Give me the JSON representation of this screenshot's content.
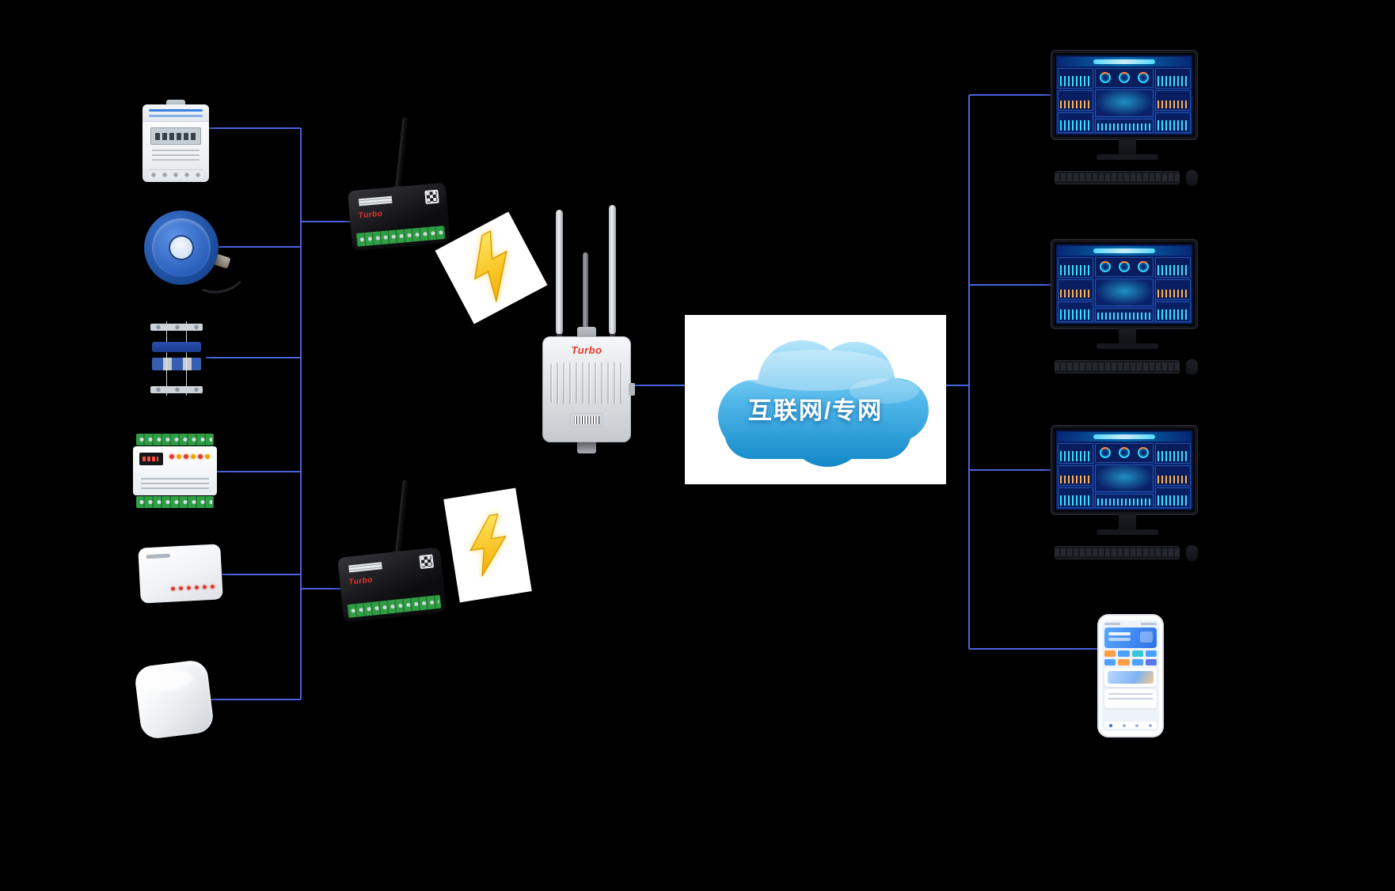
{
  "cloud": {
    "label": "互联网/专网"
  },
  "gateway": {
    "brand": "Turbo"
  },
  "dtu": {
    "brand": "Turbo"
  },
  "colors": {
    "wire": "#4a63e0",
    "bolt": "#ffd21e",
    "cloud_light": "#b9e7fb",
    "cloud_dark": "#0e85c6"
  }
}
